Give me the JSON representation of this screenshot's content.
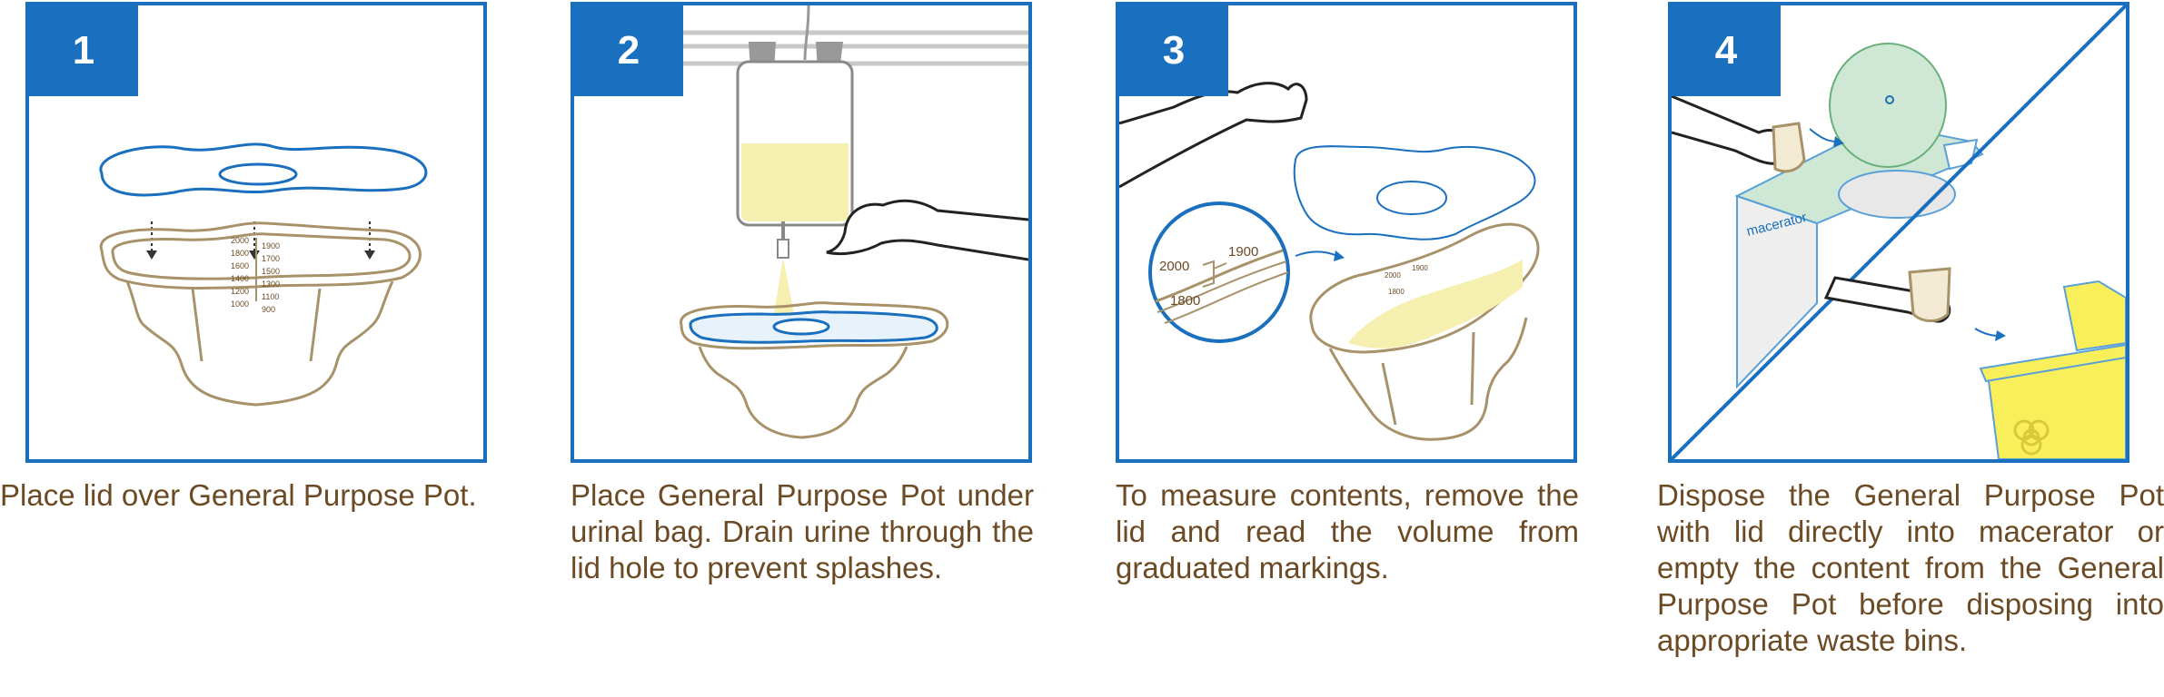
{
  "steps": [
    {
      "number": "1",
      "caption": "Place lid over General Purpose Pot."
    },
    {
      "number": "2",
      "caption": "Place General Purpose Pot under urinal bag. Drain urine through the lid hole to prevent splashes."
    },
    {
      "number": "3",
      "caption": "To measure contents, remove the lid and read the volume from graduated markings."
    },
    {
      "number": "4",
      "caption": "Dispose the General Purpose Pot with lid directly into macerator or empty the content from the General Purpose Pot before disposing into appropriate waste bins."
    }
  ],
  "scale_labels": {
    "left": [
      "2000",
      "1800",
      "1600",
      "1400",
      "1200",
      "1000"
    ],
    "right": [
      "1900",
      "1700",
      "1500",
      "1300",
      "1100",
      "900"
    ],
    "zoom_2000": "2000",
    "zoom_1900": "1900",
    "zoom_1800": "1800"
  },
  "macerator_label": "macerator",
  "colors": {
    "border_blue": "#1a6fbe",
    "caption_brown": "#6b4a24",
    "pot_tan": "#a8926a",
    "urine_yellow": "#f5efb0",
    "macerator_green": "#cfe8d5",
    "bin_yellow": "#f9ef5a"
  },
  "icons": [
    "arrow-down-icon",
    "biohazard-icon",
    "gloved-hand-icon"
  ]
}
